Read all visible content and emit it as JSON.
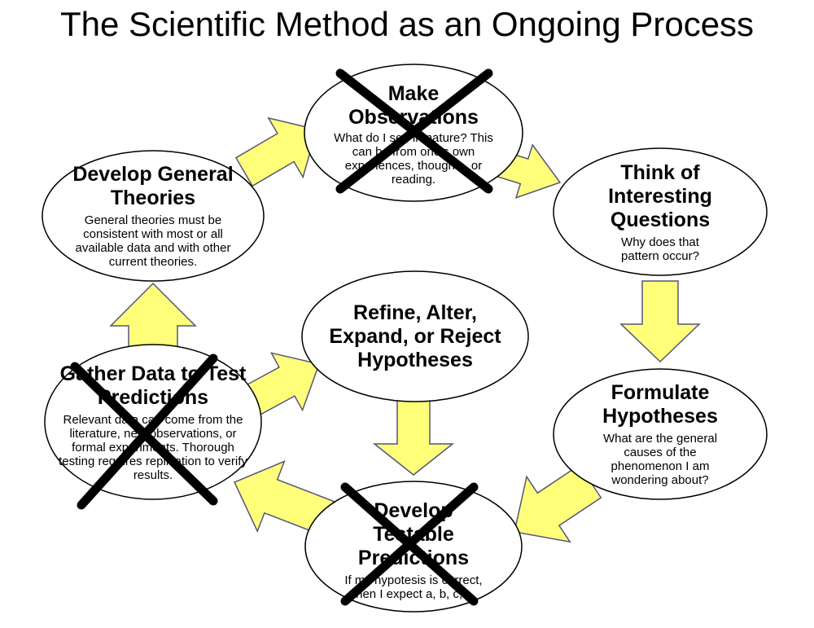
{
  "title": "The Scientific Method as an Ongoing Process",
  "colors": {
    "arrow_fill": "#ffff7a",
    "arrow_stroke": "#55557a",
    "ellipse_stroke": "#000000",
    "cross": "#000000"
  },
  "nodes": {
    "observations": {
      "heading": "Make Observations",
      "desc": "What do I see in nature? This can be from one's own experiences, thoughts, or reading.",
      "crossed": true
    },
    "questions": {
      "heading": "Think of Interesting Questions",
      "desc": "Why does that pattern occur?",
      "crossed": false
    },
    "hypotheses": {
      "heading": "Formulate Hypotheses",
      "desc": "What are the general causes of the phenomenon I am wondering about?",
      "crossed": false
    },
    "predictions": {
      "heading": "Develop Testable Predictions",
      "desc": "If my hypotesis is correct, then I expect a, b, c,…",
      "crossed": true
    },
    "gather": {
      "heading": "Gather Data to Test Predictions",
      "desc": "Relevant data can come from the literature, new observations, or formal experiments. Thorough testing requires replication to verify results.",
      "crossed": true
    },
    "refine": {
      "heading": "Refine, Alter, Expand, or Reject Hypotheses",
      "desc": "",
      "crossed": false
    },
    "theories": {
      "heading": "Develop General Theories",
      "desc": "General theories must be consistent with most or all available data and with other current theories.",
      "crossed": false
    }
  },
  "edges": [
    {
      "from": "observations",
      "to": "questions"
    },
    {
      "from": "questions",
      "to": "hypotheses"
    },
    {
      "from": "hypotheses",
      "to": "predictions"
    },
    {
      "from": "predictions",
      "to": "gather"
    },
    {
      "from": "gather",
      "to": "refine"
    },
    {
      "from": "refine",
      "to": "predictions"
    },
    {
      "from": "gather",
      "to": "theories"
    },
    {
      "from": "theories",
      "to": "observations"
    }
  ]
}
